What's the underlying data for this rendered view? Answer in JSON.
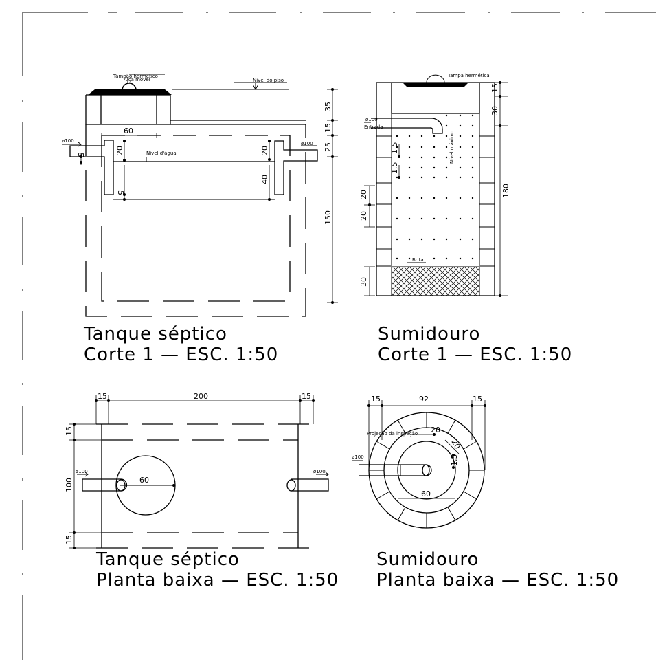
{
  "views": {
    "tank_section": {
      "title_1": "Tanque séptico",
      "title_2": "Corte 1 — ESC. 1:50",
      "label_lid": "Tampão hermético",
      "label_lid_2": "Alça móvel",
      "label_floor": "Nível do piso",
      "label_water": "Nível d'água",
      "label_pipe_in": "ø100",
      "label_pipe_out": "ø100",
      "dims": {
        "d35": "35",
        "d15": "15",
        "d25": "25",
        "d150": "150",
        "d60": "60",
        "d20a": "20",
        "d20b": "20",
        "d40": "40",
        "d5a": "5",
        "d5b": "5"
      }
    },
    "sink_section": {
      "title_1": "Sumidouro",
      "title_2": "Corte 1 — ESC. 1:50",
      "label_lid": "Tampa hermética",
      "label_pipe": "ø100",
      "label_entry": "Entrada",
      "label_max": "Nível máximo",
      "label_gravel": "Brita",
      "dims": {
        "d15": "15",
        "d30a": "30",
        "d180": "180",
        "d1_5a": "1,5",
        "d1_5b": "1,5",
        "d20a": "20",
        "d20b": "20",
        "d30b": "30"
      }
    },
    "tank_plan": {
      "title_1": "Tanque séptico",
      "title_2": "Planta baixa — ESC. 1:50",
      "label_pipe_in": "ø100",
      "label_pipe_out": "ø100",
      "dims": {
        "d15a": "15",
        "d200": "200",
        "d15b": "15",
        "d15c": "15",
        "d100": "100",
        "d15d": "15",
        "d60": "60"
      }
    },
    "sink_plan": {
      "title_1": "Sumidouro",
      "title_2": "Planta baixa — ESC. 1:50",
      "label_pipe": "ø100",
      "label_projection": "Projeção da inspeção",
      "dims": {
        "d15a": "15",
        "d92": "92",
        "d15b": "15",
        "d20a": "20",
        "d20b": "20",
        "d1_5": "1,5",
        "d60": "60"
      }
    }
  }
}
